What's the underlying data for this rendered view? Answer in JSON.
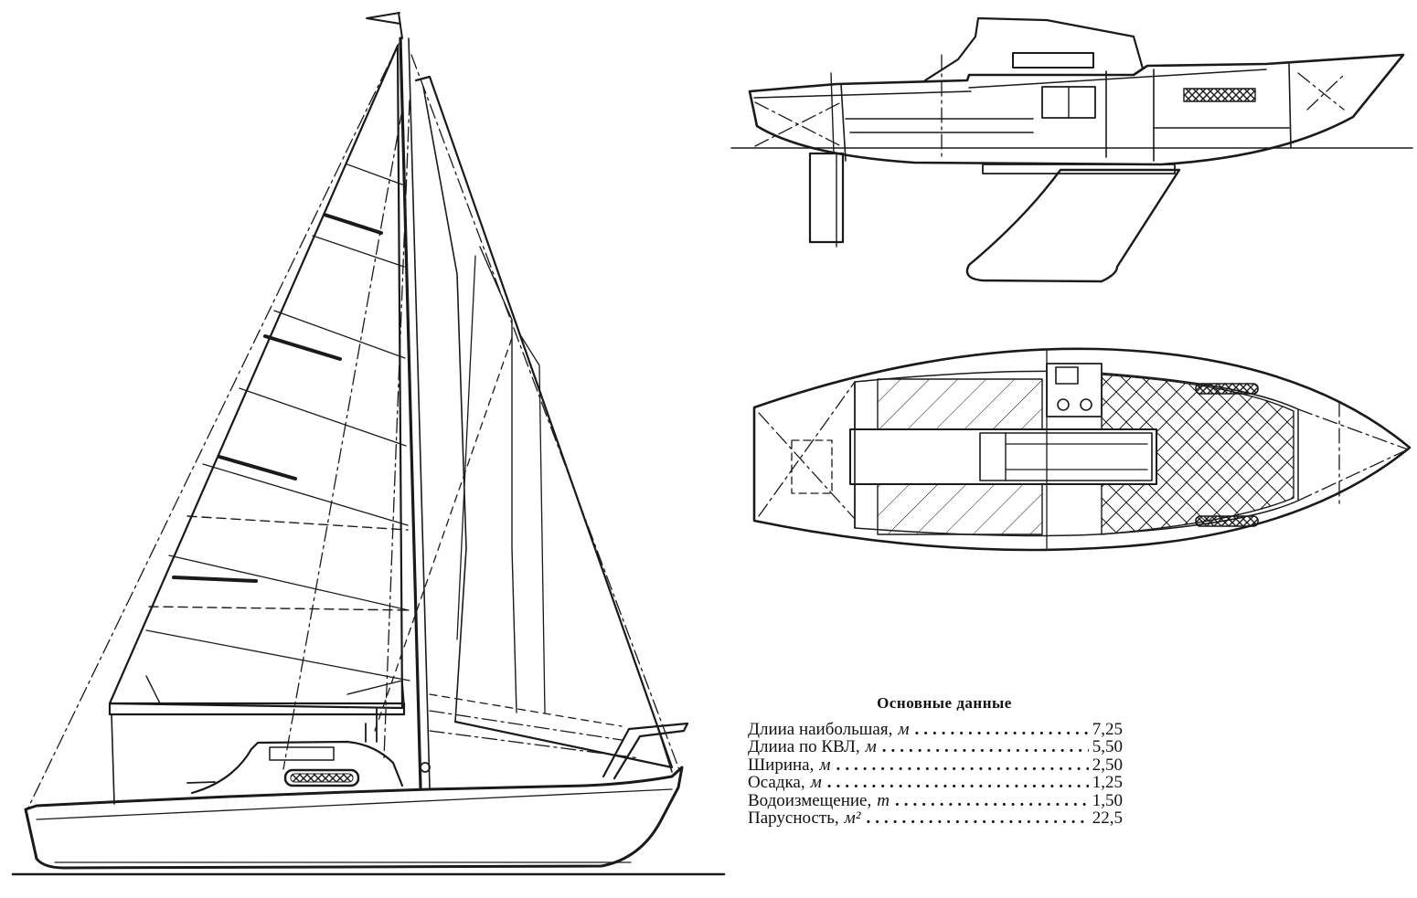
{
  "specs": {
    "title": "Основные данные",
    "rows": [
      {
        "label": "Длииа наибольшая,",
        "unit": "м",
        "value": "7,25"
      },
      {
        "label": "Длииа по КВЛ,",
        "unit": "м",
        "value": "5,50"
      },
      {
        "label": "Ширина,",
        "unit": "м",
        "value": "2,50"
      },
      {
        "label": "Осадка,",
        "unit": "м",
        "value": "1,25"
      },
      {
        "label": "Водоизмещение,",
        "unit": "т",
        "value": "1,50"
      },
      {
        "label": "Парусность,",
        "unit": "м²",
        "value": "22,5"
      }
    ]
  },
  "colors": {
    "ink": "#1a1a1a",
    "paper": "#ffffff"
  }
}
